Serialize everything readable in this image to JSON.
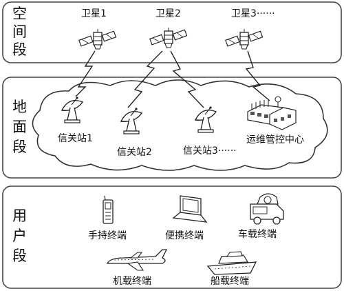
{
  "segments": {
    "space": "空间段",
    "ground": "地面段",
    "user": "用户段"
  },
  "space": {
    "satellites": [
      "卫星1",
      "卫星2",
      "卫星3······"
    ]
  },
  "ground": {
    "gateways": [
      "信关站1",
      "信关站2",
      "信关站3······"
    ],
    "ops_center": "运维管控中心"
  },
  "user": {
    "terminals": [
      "手持终端",
      "便携终端",
      "车载终端",
      "机载终端",
      "船载终端"
    ]
  },
  "icons": {
    "satellite": "satellite-icon",
    "dish": "dish-antenna-icon",
    "building": "ops-center-building-icon",
    "phone": "phone-icon",
    "laptop": "laptop-icon",
    "truck": "truck-icon",
    "airplane": "airplane-icon",
    "ship": "ship-icon"
  }
}
